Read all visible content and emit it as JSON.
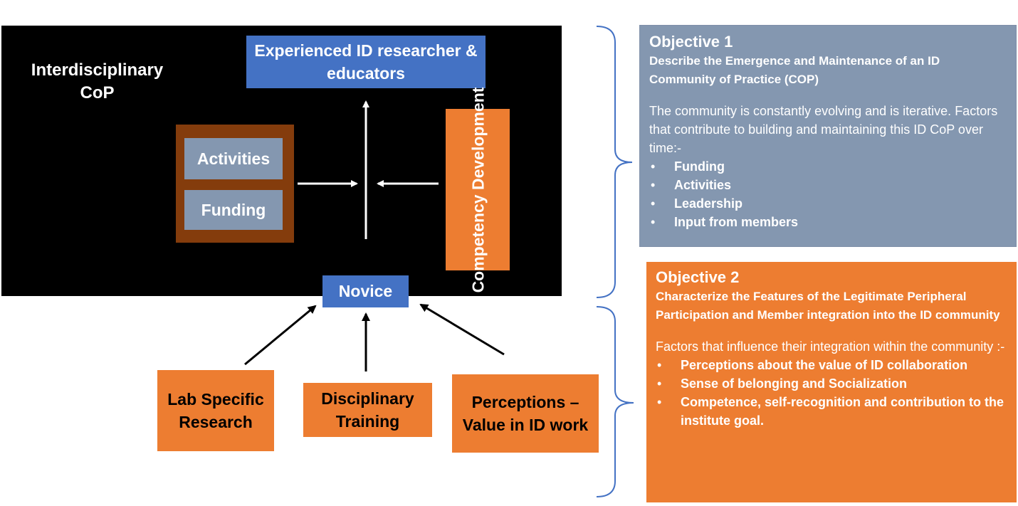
{
  "diagram": {
    "cop_label": "Interdisciplinary CoP",
    "experienced": "Experienced ID researcher & educators",
    "novice": "Novice",
    "activities": "Activities",
    "funding": "Funding",
    "competency": "Competency Development",
    "lab_specific": "Lab Specific Research",
    "disciplinary": "Disciplinary Training",
    "perceptions": "Perceptions – Value in ID work"
  },
  "objective1": {
    "title": "Objective 1",
    "subtitle": "Describe the Emergence and Maintenance of an ID Community of Practice (COP)",
    "body": "The community is constantly evolving and is iterative. Factors that contribute to building and maintaining this ID CoP over time:-",
    "bullets": [
      "Funding",
      "Activities",
      "Leadership",
      "Input from members"
    ]
  },
  "objective2": {
    "title": "Objective 2",
    "subtitle": "Characterize the Features of the Legitimate Peripheral Participation and Member integration into the ID community",
    "body": "Factors that influence their integration within the community :-",
    "bullets": [
      "Perceptions about the value of ID collaboration",
      "Sense of belonging and Socialization",
      "Competence, self-recognition and contribution to the institute goal."
    ]
  },
  "bullet_symbol": "•",
  "colors": {
    "panel": "#000000",
    "blue": "#4472c4",
    "slate": "#8497b0",
    "brown": "#843c0c",
    "orange": "#ed7d31",
    "brace": "#4472c4"
  }
}
